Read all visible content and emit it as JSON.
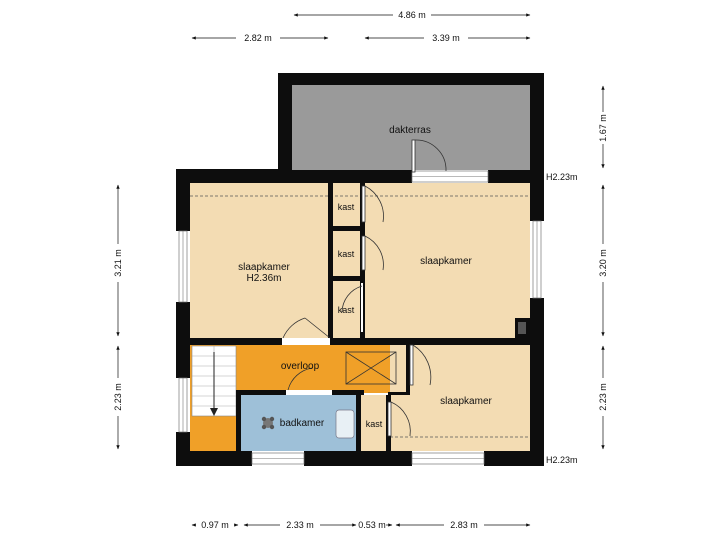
{
  "dimensions": {
    "top_total": "4.86 m",
    "top_left": "2.82 m",
    "top_right": "3.39 m",
    "bottom_1": "0.97 m",
    "bottom_2": "2.33 m",
    "bottom_3": "0.53 m",
    "bottom_4": "2.83 m",
    "left_upper": "3.21 m",
    "left_lower": "2.23 m",
    "right_top": "1.67 m",
    "right_middle": "3.20 m",
    "right_lower": "2.23 m"
  },
  "heights": {
    "upper_right": "H2.23m",
    "lower_right": "H2.23m"
  },
  "rooms": {
    "dakterras": "dakterras",
    "slaapkamer_left": "slaapkamer",
    "slaapkamer_left_height": "H2.36m",
    "slaapkamer_right": "slaapkamer",
    "slaapkamer_lower": "slaapkamer",
    "overloop": "overloop",
    "badkamer": "badkamer",
    "kast_1": "kast",
    "kast_2": "kast",
    "kast_3": "kast",
    "kast_4": "kast"
  },
  "colors": {
    "wall": "#0d0d0d",
    "terrace": "#9a9a9a",
    "bedroom": "#f3dcb3",
    "landing": "#f0a028",
    "bathroom": "#9ec0d8"
  }
}
